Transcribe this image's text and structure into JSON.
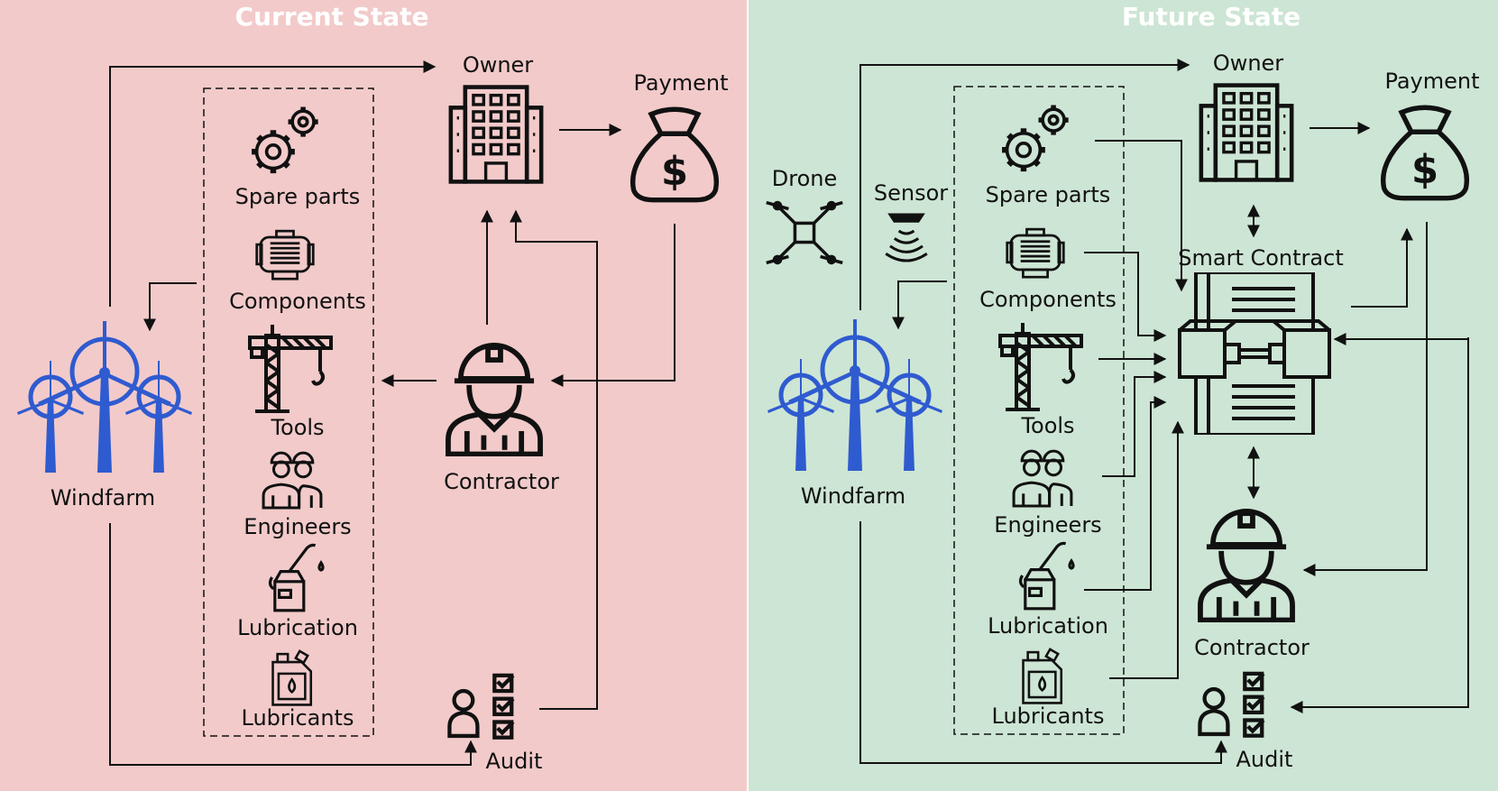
{
  "panels": {
    "current": {
      "title": "Current State",
      "background": "#f2caca"
    },
    "future": {
      "title": "Future State",
      "background": "#cde5d4"
    }
  },
  "current": {
    "owner": "Owner",
    "payment": "Payment",
    "contractor": "Contractor",
    "windfarm": "Windfarm",
    "audit": "Audit",
    "resources": {
      "spare_parts": "Spare parts",
      "components": "Components",
      "tools": "Tools",
      "engineers": "Engineers",
      "lubrication": "Lubrication",
      "lubricants": "Lubricants"
    }
  },
  "future": {
    "owner": "Owner",
    "payment": "Payment",
    "contractor": "Contractor",
    "windfarm": "Windfarm",
    "audit": "Audit",
    "smart_contract": "Smart Contract",
    "drone": "Drone",
    "sensor": "Sensor",
    "resources": {
      "spare_parts": "Spare parts",
      "components": "Components",
      "tools": "Tools",
      "engineers": "Engineers",
      "lubrication": "Lubrication",
      "lubricants": "Lubricants"
    }
  },
  "colors": {
    "turbine": "#2f5bd0",
    "ink": "#111111"
  },
  "icons": [
    "gears-icon",
    "motor-icon",
    "crane-icon",
    "engineers-icon",
    "oil-can-icon",
    "jerrycan-icon",
    "building-icon",
    "money-bag-icon",
    "contractor-icon",
    "audit-icon",
    "wind-turbine-icon",
    "drone-icon",
    "sensor-icon",
    "smart-contract-icon"
  ]
}
